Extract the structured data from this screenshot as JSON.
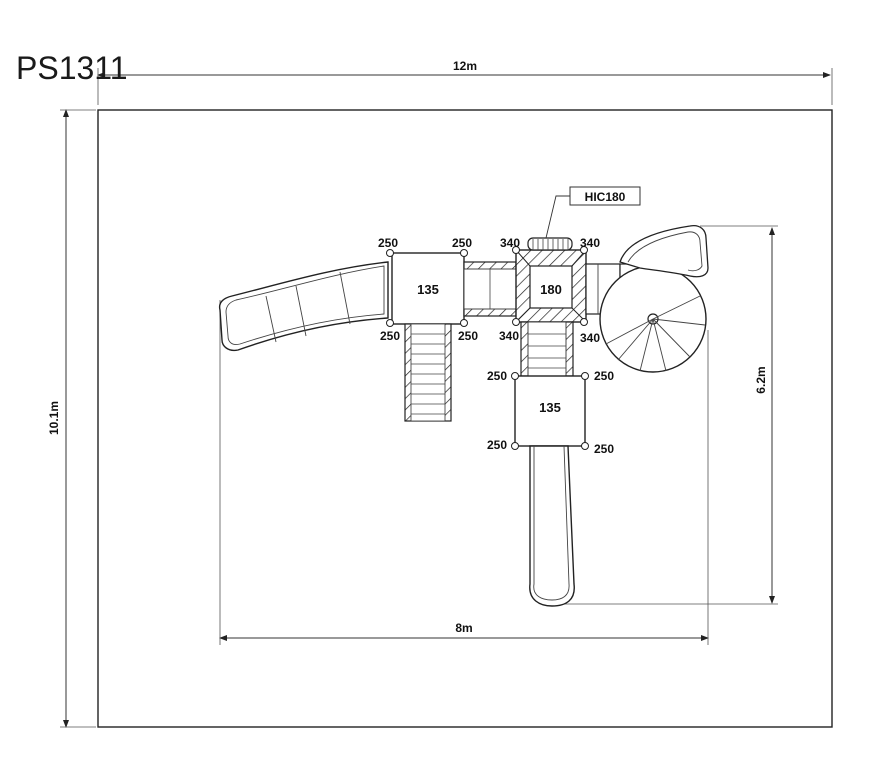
{
  "title": "PS1311",
  "dimensions": {
    "overall_width": "12m",
    "overall_height": "10.1m",
    "inner_width": "8m",
    "inner_height": "6.2m"
  },
  "decks": {
    "left": "135",
    "center": "180",
    "lower": "135"
  },
  "callout": "HIC180",
  "post_heights": {
    "left_tl": "250",
    "left_tr": "250",
    "left_bl": "250",
    "left_br": "250",
    "center_tl": "340",
    "center_tr": "340",
    "center_bl": "340",
    "center_br": "340",
    "lower_tl": "250",
    "lower_tr": "250",
    "lower_bl": "250",
    "lower_br": "250"
  },
  "colors": {
    "line": "#222222",
    "thin": "#555555"
  }
}
